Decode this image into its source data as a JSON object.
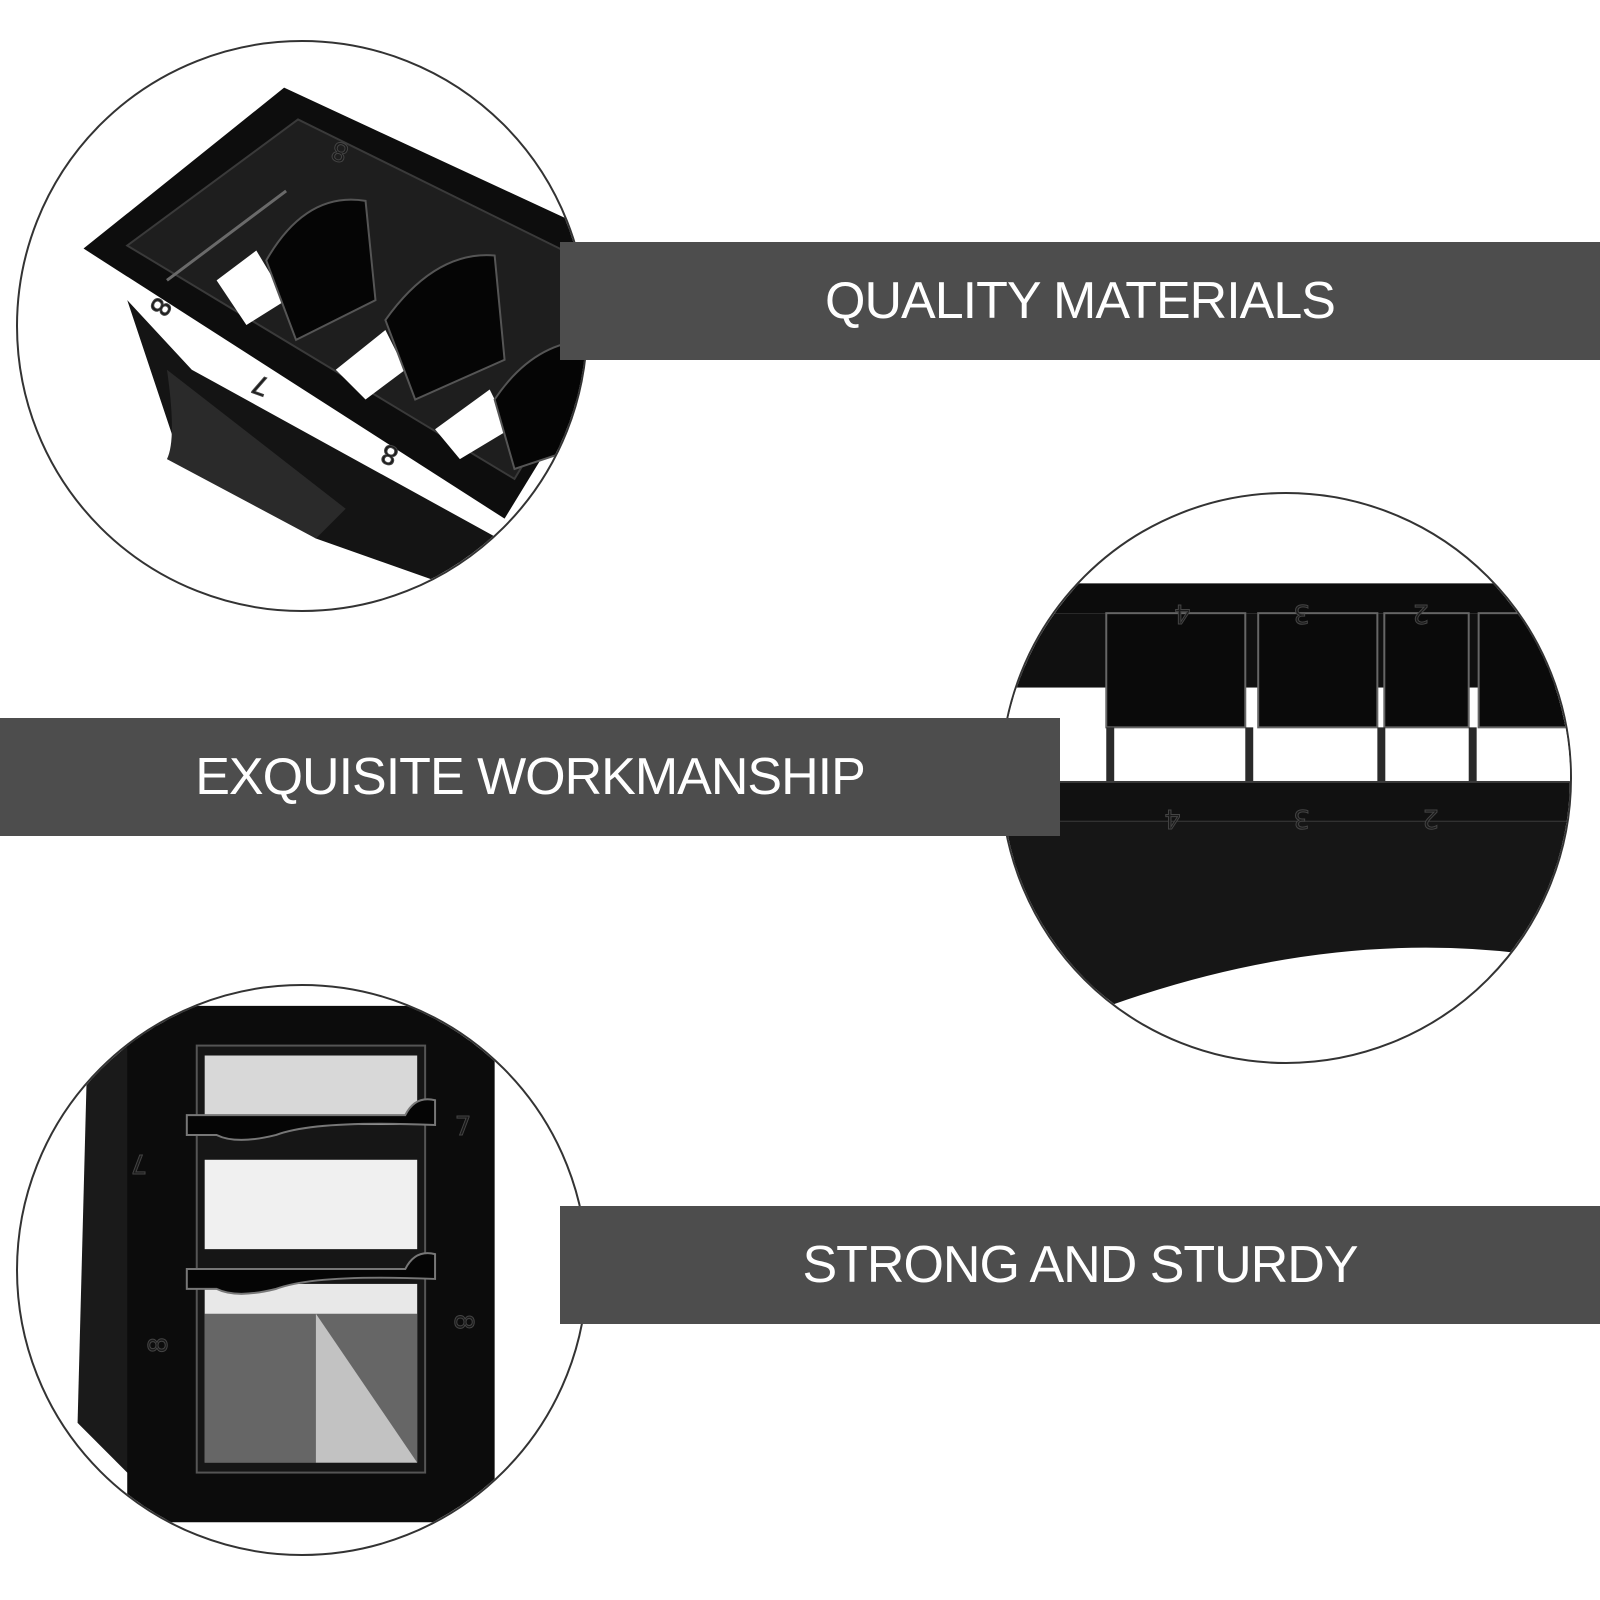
{
  "features": [
    {
      "label": "QUALITY MATERIALS"
    },
    {
      "label": "EXQUISITE WORKMANSHIP"
    },
    {
      "label": "STRONG AND STURDY"
    }
  ],
  "colors": {
    "banner": "#4d4d4d",
    "banner_text": "#ffffff",
    "background": "#ffffff",
    "product": "#0e0e0e"
  }
}
